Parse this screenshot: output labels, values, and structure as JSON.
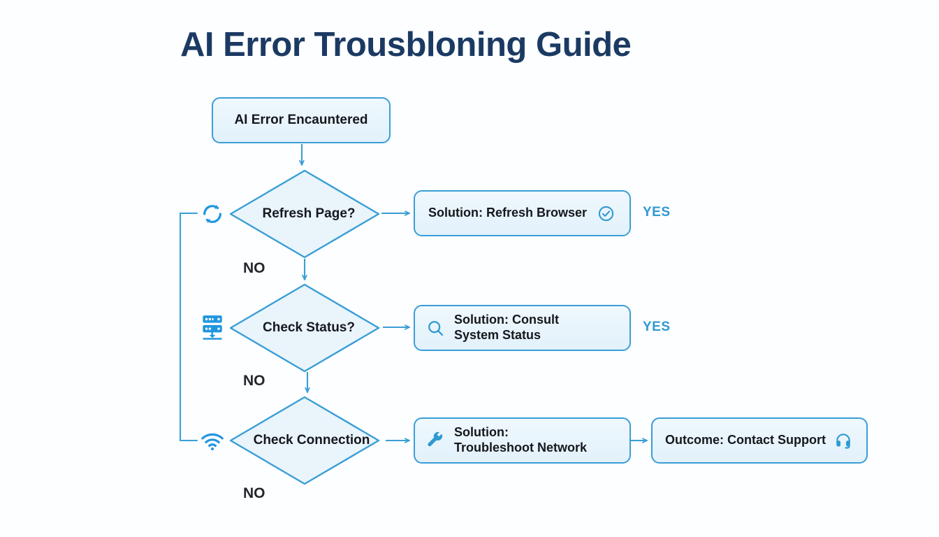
{
  "page": {
    "title": "AI Error Trousbloning Guide",
    "background_color": "#fdfeff",
    "title_color": "#1b3a63",
    "accent_color": "#3a9ed6",
    "node_fill": "#e8f4fb",
    "text_color": "#16181d"
  },
  "flowchart": {
    "type": "decision-flowchart",
    "start": {
      "label": "AI Error Encauntered"
    },
    "steps": [
      {
        "id": "refresh",
        "icon": "refresh-icon",
        "decision_label": "Refresh Page?",
        "yes_label": "YES",
        "no_label": "NO",
        "solution": {
          "lead": "Solution: Refresh Browser",
          "rest": "",
          "icon": "check-circle-icon",
          "icon_position": "right"
        }
      },
      {
        "id": "status",
        "icon": "server-icon",
        "decision_label": "Check Status?",
        "yes_label": "YES",
        "no_label": "NO",
        "solution": {
          "lead": "Solution: Consult",
          "rest": "System Status",
          "icon": "search-icon",
          "icon_position": "left"
        }
      },
      {
        "id": "connection",
        "icon": "wifi-icon",
        "decision_label": "Check Connection",
        "yes_label": "",
        "no_label": "NO",
        "solution": {
          "lead": "Solution:",
          "rest": "Troubleshoot Network",
          "icon": "wrench-icon",
          "icon_position": "left"
        }
      }
    ],
    "outcome": {
      "label": "Outcome: Contact Support",
      "icon": "headset-icon"
    }
  }
}
